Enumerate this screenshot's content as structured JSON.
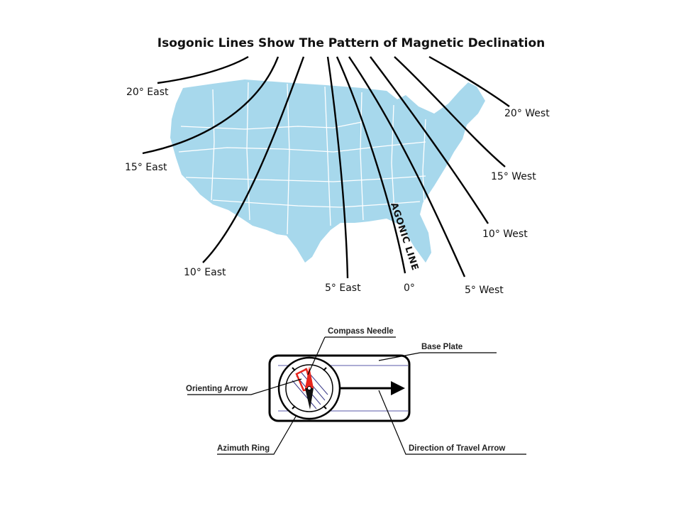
{
  "title": "Isogonic Lines Show The Pattern of Magnetic Declination",
  "isogonic_labels": {
    "east_20": "20° East",
    "east_15": "15° East",
    "east_10": "10° East",
    "east_5": "5° East",
    "zero": "0°",
    "agonic": "AGONIC LINE",
    "west_5": "5° West",
    "west_10": "10° West",
    "west_15": "15° West",
    "west_20": "20° West"
  },
  "compass_labels": {
    "needle": "Compass Needle",
    "base_plate": "Base Plate",
    "orienting_arrow": "Orienting Arrow",
    "azimuth_ring": "Azimuth Ring",
    "travel_arrow": "Direction of Travel Arrow"
  },
  "colors": {
    "map_fill": "#a7d8ec",
    "needle_red": "#e8261c",
    "line": "#000000"
  }
}
